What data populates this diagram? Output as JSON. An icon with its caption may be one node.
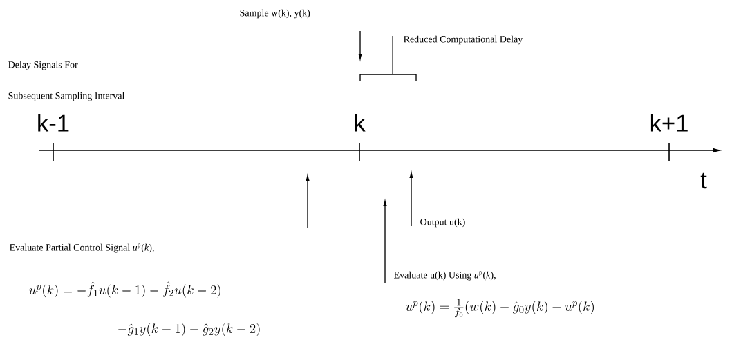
{
  "diagram": {
    "labels": [
      "Sample w(k), y(k)",
      "Reduced Computational Delay",
      "Delay Signals For",
      "Subsequent Sampling Interval",
      "k-1",
      "k",
      "k+1",
      "t",
      "Output u(k)",
      "Evaluate Partial Control Signal *u*$^{p}$(*k*),",
      "u^{p}(k) = -\\hat{f}_{1}u(k-1)-\\hat{f}_{2}u(k-2)",
      "-\\hat{g}_{1}y(k-1)-\\hat{g}_{2}y(k-2)",
      "Evaluate u(k) Using *u*$^{p}$(*k*),",
      "u^{p}(k) = \\frac{1}{f_{0}}(w(k)-\\hat{g}_{0}y(k)-u^{p}(k)"
    ]
  }
}
